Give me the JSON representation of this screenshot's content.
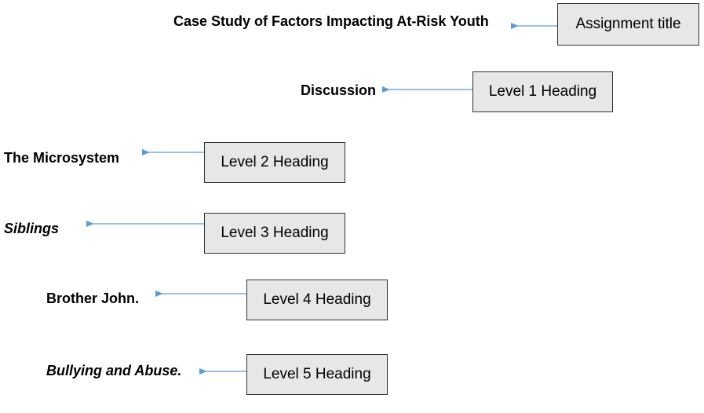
{
  "levels": [
    {
      "heading": "Case Study of Factors Impacting At-Risk Youth",
      "label": "Assignment title"
    },
    {
      "heading": "Discussion",
      "label": "Level 1 Heading"
    },
    {
      "heading": "The Microsystem",
      "label": "Level 2 Heading"
    },
    {
      "heading": "Siblings",
      "label": "Level 3 Heading"
    },
    {
      "heading": "Brother John.",
      "label": "Level 4 Heading"
    },
    {
      "heading": "Bullying and Abuse.",
      "label": "Level 5 Heading"
    }
  ],
  "colors": {
    "arrow": "#5b9bd5",
    "box_fill": "#e7e7e7",
    "box_border": "#333333"
  }
}
